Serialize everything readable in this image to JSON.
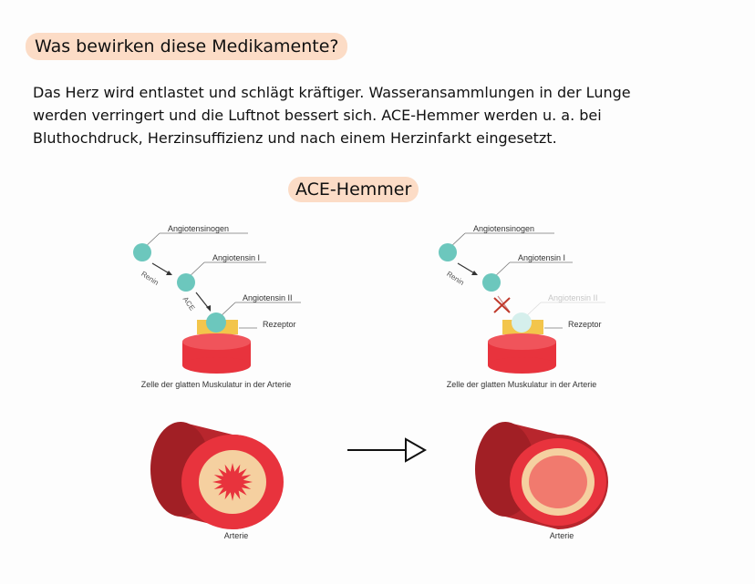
{
  "heading": "Was bewirken diese Medikamente?",
  "intro": "Das Herz wird entlastet und schlägt kräftiger. Wasseransammlungen in der Lunge werden verringert und die Luftnot bessert sich. ACE-Hemmer werden u. a. bei Bluthochdruck, Herzinsuffizienz und nach einem Herzinfarkt eingesetzt.",
  "subheading": "ACE-Hemmer",
  "diagram_left": {
    "angiotensinogen": "Angiotensinogen",
    "angiotensin1": "Angiotensin I",
    "angiotensin2": "Angiotensin II",
    "rezeptor": "Rezeptor",
    "renin": "Renin",
    "ace": "ACE",
    "caption": "Zelle der glatten Muskulatur in der Arterie"
  },
  "diagram_right": {
    "angiotensinogen": "Angiotensinogen",
    "angiotensin1": "Angiotensin I",
    "angiotensin2": "Angiotensin II",
    "rezeptor": "Rezeptor",
    "renin": "Renin",
    "caption": "Zelle der glatten Muskulatur in der Arterie"
  },
  "artery_left_caption": "Arterie",
  "artery_right_caption": "Arterie",
  "colors": {
    "pill": "#fcdcc6",
    "molecule": "#6cc7bd",
    "molecule_faded": "#d5efec",
    "receptor": "#f3c54b",
    "cell": "#e8333d",
    "artery_outer": "#b8262d",
    "lumen": "#f5d0a0",
    "blocked_x": "#c0392b"
  }
}
